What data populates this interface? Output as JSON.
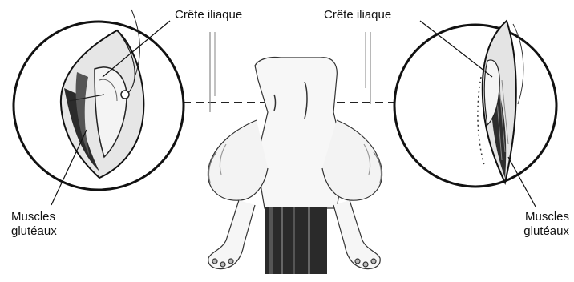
{
  "labels": {
    "left_crest": "Crête iliaque",
    "right_crest": "Crête iliaque",
    "left_muscles_l1": "Muscles",
    "left_muscles_l2": "glutéaux",
    "right_muscles_l1": "Muscles",
    "right_muscles_l2": "glutéaux"
  },
  "colors": {
    "ink": "#1a1a1a",
    "shade": "#555555",
    "background": "#ffffff"
  },
  "icons": {
    "left_circle": "wound-detail-left",
    "right_circle": "wound-detail-right",
    "center": "dog-hindquarters-illustration"
  }
}
